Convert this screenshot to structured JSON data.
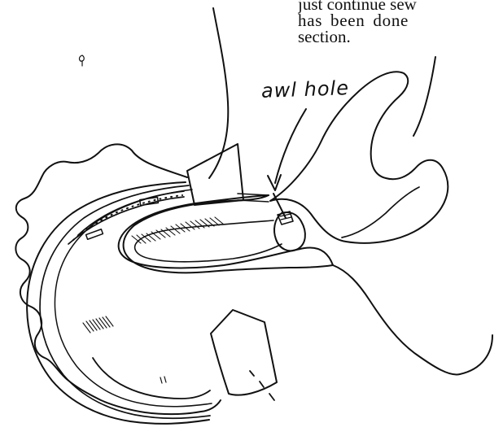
{
  "text": {
    "line1": "just continue sew",
    "line2": "has been done",
    "line3": "section."
  },
  "drawing": {
    "label": "awl hole"
  }
}
